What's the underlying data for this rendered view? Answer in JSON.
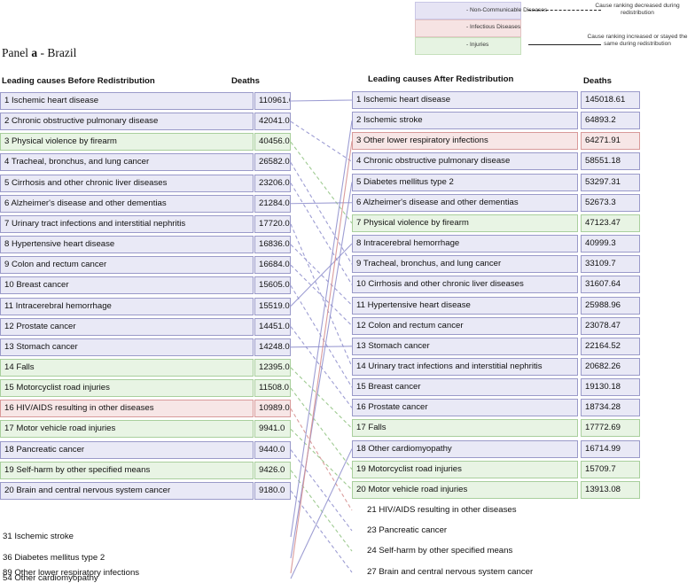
{
  "legend": {
    "ncd": "- Non-Communicable Diseases",
    "inf": "- Infectious Diseases",
    "inj": "- Injuries",
    "dashed": "Cause ranking decreased during redistribution",
    "solid": "Cause ranking increased or stayed the same during redistribution"
  },
  "colors": {
    "ncd": "#e9e9f6",
    "inf": "#f7e6e6",
    "inj": "#e8f4e4",
    "ncd_line": "#8d8dcc",
    "inf_line": "#d48b8b",
    "inj_line": "#8fc27f"
  },
  "panel": {
    "label": "Panel",
    "letter": "a",
    "country": "- Brazil"
  },
  "chart_data": {
    "type": "table",
    "before_title": "Leading causes Before Redistribution",
    "after_title": "Leading causes After Redistribution",
    "deaths_label": "Deaths",
    "before": [
      {
        "rank": 1,
        "cause": "Ischemic heart disease",
        "deaths": "110961.0",
        "group": "ncd"
      },
      {
        "rank": 2,
        "cause": "Chronic obstructive pulmonary disease",
        "deaths": "42041.0",
        "group": "ncd"
      },
      {
        "rank": 3,
        "cause": "Physical violence by firearm",
        "deaths": "40456.0",
        "group": "inj"
      },
      {
        "rank": 4,
        "cause": "Tracheal, bronchus, and lung cancer",
        "deaths": "26582.0",
        "group": "ncd"
      },
      {
        "rank": 5,
        "cause": "Cirrhosis and other chronic liver diseases",
        "deaths": "23206.0",
        "group": "ncd"
      },
      {
        "rank": 6,
        "cause": "Alzheimer's disease and other dementias",
        "deaths": "21284.0",
        "group": "ncd"
      },
      {
        "rank": 7,
        "cause": "Urinary tract infections and interstitial nephritis",
        "deaths": "17720.0",
        "group": "ncd"
      },
      {
        "rank": 8,
        "cause": "Hypertensive heart disease",
        "deaths": "16836.0",
        "group": "ncd"
      },
      {
        "rank": 9,
        "cause": "Colon and rectum cancer",
        "deaths": "16684.0",
        "group": "ncd"
      },
      {
        "rank": 10,
        "cause": "Breast cancer",
        "deaths": "15605.0",
        "group": "ncd"
      },
      {
        "rank": 11,
        "cause": "Intracerebral hemorrhage",
        "deaths": "15519.0",
        "group": "ncd"
      },
      {
        "rank": 12,
        "cause": "Prostate cancer",
        "deaths": "14451.0",
        "group": "ncd"
      },
      {
        "rank": 13,
        "cause": "Stomach cancer",
        "deaths": "14248.0",
        "group": "ncd"
      },
      {
        "rank": 14,
        "cause": "Falls",
        "deaths": "12395.0",
        "group": "inj"
      },
      {
        "rank": 15,
        "cause": "Motorcyclist road injuries",
        "deaths": "11508.0",
        "group": "inj"
      },
      {
        "rank": 16,
        "cause": "HIV/AIDS resulting in other diseases",
        "deaths": "10989.0",
        "group": "inf"
      },
      {
        "rank": 17,
        "cause": "Motor vehicle road injuries",
        "deaths": "9941.0",
        "group": "inj"
      },
      {
        "rank": 18,
        "cause": "Pancreatic cancer",
        "deaths": "9440.0",
        "group": "ncd"
      },
      {
        "rank": 19,
        "cause": "Self-harm by other specified means",
        "deaths": "9426.0",
        "group": "inj"
      },
      {
        "rank": 20,
        "cause": "Brain and central nervous system cancer",
        "deaths": "9180.0",
        "group": "ncd"
      }
    ],
    "before_extra": [
      {
        "rank": 31,
        "cause": "Ischemic stroke",
        "group": "ncd"
      },
      {
        "rank": 36,
        "cause": "Diabetes mellitus type 2",
        "group": "ncd"
      },
      {
        "rank": 54,
        "cause": "Other cardiomyopathy",
        "group": "ncd"
      },
      {
        "rank": 89,
        "cause": "Other lower respiratory infections",
        "group": "inf"
      }
    ],
    "after": [
      {
        "rank": 1,
        "cause": "Ischemic heart disease",
        "deaths": "145018.61",
        "group": "ncd"
      },
      {
        "rank": 2,
        "cause": "Ischemic stroke",
        "deaths": "64893.2",
        "group": "ncd"
      },
      {
        "rank": 3,
        "cause": "Other lower respiratory infections",
        "deaths": "64271.91",
        "group": "inf"
      },
      {
        "rank": 4,
        "cause": "Chronic obstructive pulmonary disease",
        "deaths": "58551.18",
        "group": "ncd"
      },
      {
        "rank": 5,
        "cause": "Diabetes mellitus type 2",
        "deaths": "53297.31",
        "group": "ncd"
      },
      {
        "rank": 6,
        "cause": "Alzheimer's disease and other dementias",
        "deaths": "52673.3",
        "group": "ncd"
      },
      {
        "rank": 7,
        "cause": "Physical violence by firearm",
        "deaths": "47123.47",
        "group": "inj"
      },
      {
        "rank": 8,
        "cause": "Intracerebral hemorrhage",
        "deaths": "40999.3",
        "group": "ncd"
      },
      {
        "rank": 9,
        "cause": "Tracheal, bronchus, and lung cancer",
        "deaths": "33109.7",
        "group": "ncd"
      },
      {
        "rank": 10,
        "cause": "Cirrhosis and other chronic liver diseases",
        "deaths": "31607.64",
        "group": "ncd"
      },
      {
        "rank": 11,
        "cause": "Hypertensive heart disease",
        "deaths": "25988.96",
        "group": "ncd"
      },
      {
        "rank": 12,
        "cause": "Colon and rectum cancer",
        "deaths": "23078.47",
        "group": "ncd"
      },
      {
        "rank": 13,
        "cause": "Stomach cancer",
        "deaths": "22164.52",
        "group": "ncd"
      },
      {
        "rank": 14,
        "cause": "Urinary tract infections and interstitial nephritis",
        "deaths": "20682.26",
        "group": "ncd"
      },
      {
        "rank": 15,
        "cause": "Breast cancer",
        "deaths": "19130.18",
        "group": "ncd"
      },
      {
        "rank": 16,
        "cause": "Prostate cancer",
        "deaths": "18734.28",
        "group": "ncd"
      },
      {
        "rank": 17,
        "cause": "Falls",
        "deaths": "17772.69",
        "group": "inj"
      },
      {
        "rank": 18,
        "cause": "Other cardiomyopathy",
        "deaths": "16714.99",
        "group": "ncd"
      },
      {
        "rank": 19,
        "cause": "Motorcyclist road injuries",
        "deaths": "15709.7",
        "group": "inj"
      },
      {
        "rank": 20,
        "cause": "Motor vehicle road injuries",
        "deaths": "13913.08",
        "group": "inj"
      }
    ],
    "after_extra": [
      {
        "rank": 21,
        "cause": "HIV/AIDS resulting in other diseases",
        "group": "inf"
      },
      {
        "rank": 23,
        "cause": "Pancreatic cancer",
        "group": "ncd"
      },
      {
        "rank": 24,
        "cause": "Self-harm by other specified means",
        "group": "inj"
      },
      {
        "rank": 27,
        "cause": "Brain and central nervous system cancer",
        "group": "ncd"
      }
    ]
  }
}
